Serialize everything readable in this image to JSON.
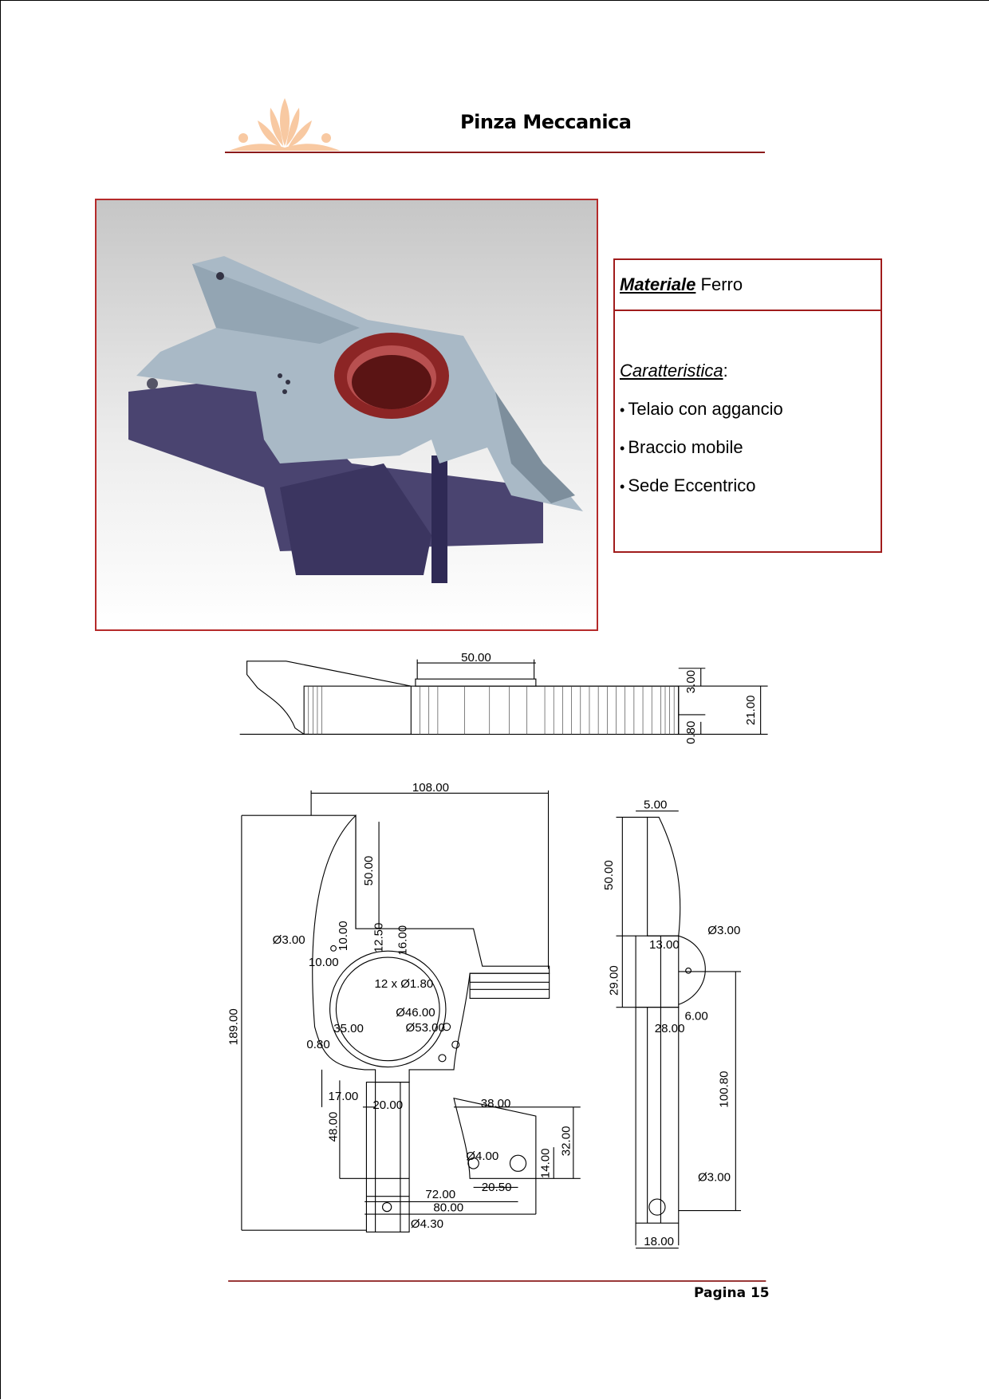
{
  "header": {
    "title": "Pinza Meccanica"
  },
  "info": {
    "material_label": "Materiale",
    "material_value": "Ferro",
    "features_label": "Caratteristica",
    "features_colon": ":",
    "features": [
      "Telaio con aggancio",
      "Braccio mobile",
      "Sede Eccentrico"
    ]
  },
  "drawing": {
    "side_view": [
      "50.00",
      "3.00",
      "21.00",
      "0.80"
    ],
    "top_view": [
      "108.00",
      "189.00",
      "50.00",
      "Ø3.00",
      "10.00",
      "12.50",
      "16.00",
      "10.00",
      "12 x Ø1.80",
      "Ø46.00",
      "35.00",
      "Ø53.00",
      "0.80",
      "17.00",
      "20.00",
      "48.00",
      "38.00",
      "32.00",
      "Ø4.00",
      "14.00",
      "20.50",
      "72.00",
      "80.00",
      "Ø4.30"
    ],
    "right_view": [
      "5.00",
      "50.00",
      "Ø3.00",
      "13.00",
      "29.00",
      "6.00",
      "28.00",
      "100.80",
      "Ø3.00",
      "18.00"
    ]
  },
  "footer": {
    "page": "Pagina 15"
  },
  "colors": {
    "accent": "#8b1a1a",
    "ornament": "#f7c9a0"
  }
}
